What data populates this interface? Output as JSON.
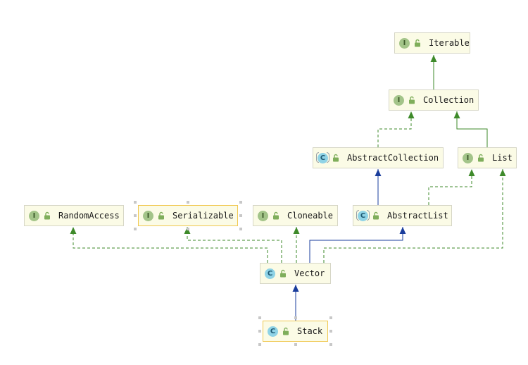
{
  "diagram": {
    "nodes": [
      {
        "id": "iterable",
        "label": "Iterable",
        "kind": "interface",
        "kind_letter": "I"
      },
      {
        "id": "collection",
        "label": "Collection",
        "kind": "interface",
        "kind_letter": "I"
      },
      {
        "id": "abstractcollection",
        "label": "AbstractCollection",
        "kind": "abstract",
        "kind_letter": "C"
      },
      {
        "id": "list",
        "label": "List",
        "kind": "interface",
        "kind_letter": "I"
      },
      {
        "id": "randomaccess",
        "label": "RandomAccess",
        "kind": "interface",
        "kind_letter": "I"
      },
      {
        "id": "serializable",
        "label": "Serializable",
        "kind": "interface",
        "kind_letter": "I",
        "selected": true
      },
      {
        "id": "cloneable",
        "label": "Cloneable",
        "kind": "interface",
        "kind_letter": "I"
      },
      {
        "id": "abstractlist",
        "label": "AbstractList",
        "kind": "abstract",
        "kind_letter": "C"
      },
      {
        "id": "vector",
        "label": "Vector",
        "kind": "class",
        "kind_letter": "C"
      },
      {
        "id": "stack",
        "label": "Stack",
        "kind": "class",
        "kind_letter": "C",
        "selected": true
      }
    ],
    "edges": [
      {
        "from": "collection",
        "to": "iterable",
        "type": "extends"
      },
      {
        "from": "abstractcollection",
        "to": "collection",
        "type": "implements"
      },
      {
        "from": "list",
        "to": "collection",
        "type": "extends"
      },
      {
        "from": "abstractlist",
        "to": "abstractcollection",
        "type": "class-extends"
      },
      {
        "from": "abstractlist",
        "to": "list",
        "type": "implements"
      },
      {
        "from": "vector",
        "to": "randomaccess",
        "type": "implements"
      },
      {
        "from": "vector",
        "to": "serializable",
        "type": "implements"
      },
      {
        "from": "vector",
        "to": "cloneable",
        "type": "implements"
      },
      {
        "from": "vector",
        "to": "abstractlist",
        "type": "class-extends"
      },
      {
        "from": "vector",
        "to": "list",
        "type": "implements"
      },
      {
        "from": "stack",
        "to": "vector",
        "type": "class-extends"
      }
    ],
    "colors": {
      "interface_edge": "#3e8a2a",
      "class_edge": "#1a3d9c",
      "node_bg": "#fbfbe6",
      "node_border": "#d6d6c6",
      "selected_border": "#f0c850"
    }
  }
}
